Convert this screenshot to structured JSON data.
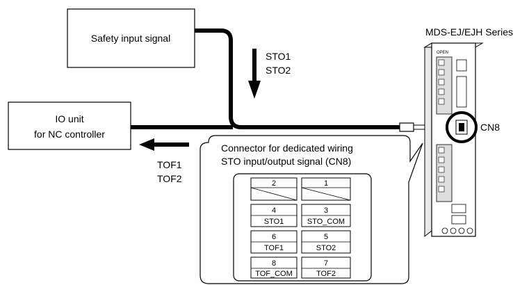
{
  "series_title": "MDS-EJ/EJH Series",
  "safety_box": {
    "label": "Safety input signal"
  },
  "io_box": {
    "line1": "IO unit",
    "line2": "for NC controller"
  },
  "sto_signals": [
    "STO1",
    "STO2"
  ],
  "tof_signals": [
    "TOF1",
    "TOF2"
  ],
  "connector_label": "CN8",
  "callout": {
    "line1": "Connector for dedicated wiring",
    "line2": "STO input/output signal (CN8)"
  },
  "pin_table": [
    {
      "left": {
        "num": "2",
        "sig": ""
      },
      "right": {
        "num": "1",
        "sig": ""
      }
    },
    {
      "left": {
        "num": "4",
        "sig": "STO1"
      },
      "right": {
        "num": "3",
        "sig": "STO_COM"
      }
    },
    {
      "left": {
        "num": "6",
        "sig": "TOF1"
      },
      "right": {
        "num": "5",
        "sig": "STO2"
      }
    },
    {
      "left": {
        "num": "8",
        "sig": "TOF_COM"
      },
      "right": {
        "num": "7",
        "sig": "TOF2"
      }
    }
  ],
  "device_label": "OPEN"
}
